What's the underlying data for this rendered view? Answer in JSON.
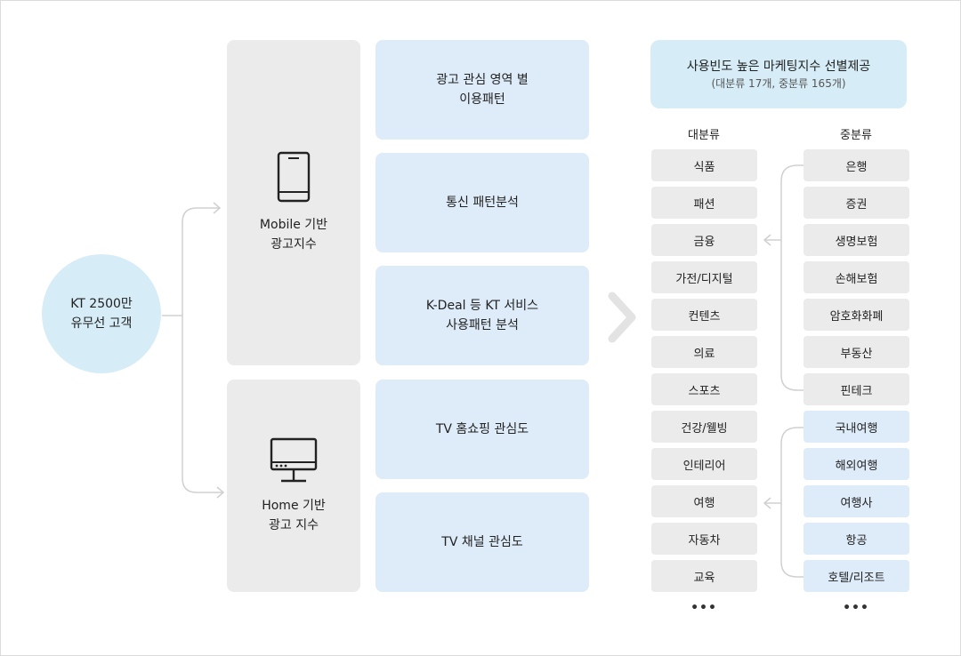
{
  "customer": {
    "line1": "KT 2500만",
    "line2": "유무선 고객"
  },
  "panels": {
    "mobile": {
      "line1": "Mobile 기반",
      "line2": "광고지수"
    },
    "home": {
      "line1": "Home 기반",
      "line2": "광고 지수"
    }
  },
  "boxes": [
    {
      "line1": "광고 관심 영역 별",
      "line2": "이용패턴"
    },
    {
      "line1": "통신 패턴분석",
      "line2": ""
    },
    {
      "line1": "K-Deal 등 KT 서비스",
      "line2": "사용패턴 분석"
    },
    {
      "line1": "TV 홈쇼핑 관심도",
      "line2": ""
    },
    {
      "line1": "TV 채널 관심도",
      "line2": ""
    }
  ],
  "header": {
    "main": "사용빈도 높은 마케팅지수 선별제공",
    "sub": "(대분류 17개, 중분류 165개)"
  },
  "columns": {
    "major": {
      "title": "대분류",
      "items": [
        "식품",
        "패션",
        "금융",
        "가전/디지털",
        "컨텐츠",
        "의료",
        "스포츠",
        "건강/웰빙",
        "인테리어",
        "여행",
        "자동차",
        "교육"
      ],
      "more": "•••"
    },
    "minor": {
      "title": "중분류",
      "items": [
        "은행",
        "증권",
        "생명보험",
        "손해보험",
        "암호화화폐",
        "부동산",
        "핀테크",
        "국내여행",
        "해외여행",
        "여행사",
        "항공",
        "호텔/리조트"
      ],
      "more": "•••"
    }
  },
  "colors": {
    "circle": "#d6ecf6",
    "panel": "#ebebeb",
    "box": "#deebf8",
    "chip_grey": "#ebebeb",
    "chip_blue": "#deebf8",
    "connector": "#d0d0d0"
  }
}
